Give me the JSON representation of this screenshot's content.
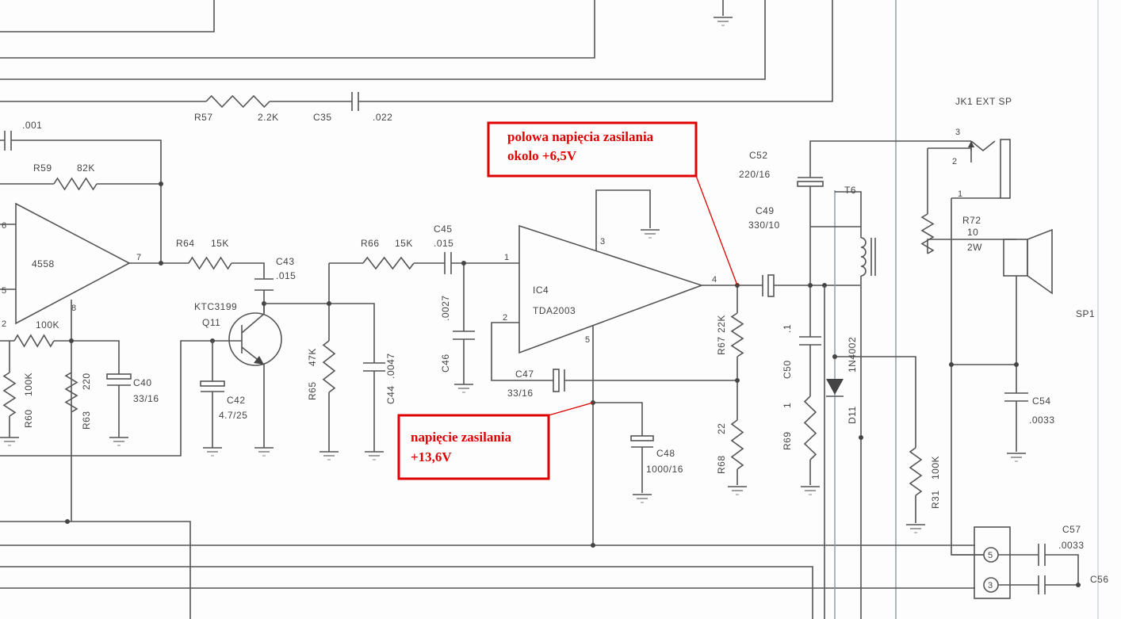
{
  "top": {
    "r57": {
      "ref": "R57",
      "value": "2.2K"
    },
    "c35": {
      "ref": "C35",
      "value": ".022"
    },
    "c_feedback": {
      "value": ".001"
    },
    "r59": {
      "ref": "R59",
      "value": "82K"
    }
  },
  "preamp": {
    "ic": "4558",
    "pins": {
      "p6": "6",
      "p5": "5",
      "p7": "7",
      "p8": "8",
      "p2": "2"
    },
    "r_in": {
      "value": "100K"
    },
    "r60": {
      "ref": "R60",
      "value": "100K"
    },
    "r63": {
      "ref": "R63",
      "value": "220"
    },
    "c40": {
      "ref": "C40",
      "value": "33/16"
    },
    "r64": {
      "ref": "R64",
      "value": "15K"
    },
    "c43": {
      "ref": "C43",
      "value": ".015"
    },
    "q11": {
      "ref": "Q11",
      "part": "KTC3199"
    },
    "c42": {
      "ref": "C42",
      "value": "4.7/25"
    },
    "r65": {
      "ref": "R65",
      "value": "47K"
    },
    "c44": {
      "ref": "C44",
      "value": ".0047"
    }
  },
  "power_amp": {
    "r66": {
      "ref": "R66",
      "value": "15K"
    },
    "c45": {
      "ref": "C45",
      "value": ".015"
    },
    "c46": {
      "ref": "C46",
      "value": ".0027"
    },
    "ic_ref": "IC4",
    "ic_part": "TDA2003",
    "pins": {
      "p1": "1",
      "p2": "2",
      "p3": "3",
      "p4": "4",
      "p5": "5"
    },
    "c47": {
      "ref": "C47",
      "value": "33/16"
    },
    "c48": {
      "ref": "C48",
      "value": "1000/16"
    },
    "r67": {
      "ref": "R67",
      "value": "22K"
    },
    "r68": {
      "ref": "R68",
      "value": "22"
    }
  },
  "output": {
    "c49": {
      "ref": "C49",
      "value": "330/10"
    },
    "c52": {
      "ref": "C52",
      "value": "220/16"
    },
    "c50": {
      "ref": "C50",
      "value": ".1"
    },
    "r69": {
      "ref": "R69",
      "value": "1"
    },
    "d11": {
      "ref": "D11",
      "part": "1N4002"
    },
    "t6": {
      "ref": "T6"
    },
    "r31": {
      "ref": "R31",
      "value": "100K"
    },
    "jack": {
      "label": "JK1   EXT   SP",
      "p3": "3",
      "p2": "2",
      "p1": "1"
    },
    "r72": {
      "ref": "R72",
      "value": "10",
      "power": "2W"
    },
    "sp1": {
      "ref": "SP1"
    },
    "c54": {
      "ref": "C54",
      "value": ".0033"
    },
    "c57": {
      "ref": "C57",
      "value": ".0033"
    },
    "c56": {
      "ref": "C56"
    },
    "conn": {
      "p5": "5",
      "p3": "3"
    }
  },
  "annotations": {
    "half_supply": {
      "line1": "polowa napięcia zasilania",
      "line2": "okolo +6,5V"
    },
    "supply": {
      "line1": "napięcie zasilania",
      "line2": "+13,6V"
    },
    "color": "#e00000"
  }
}
